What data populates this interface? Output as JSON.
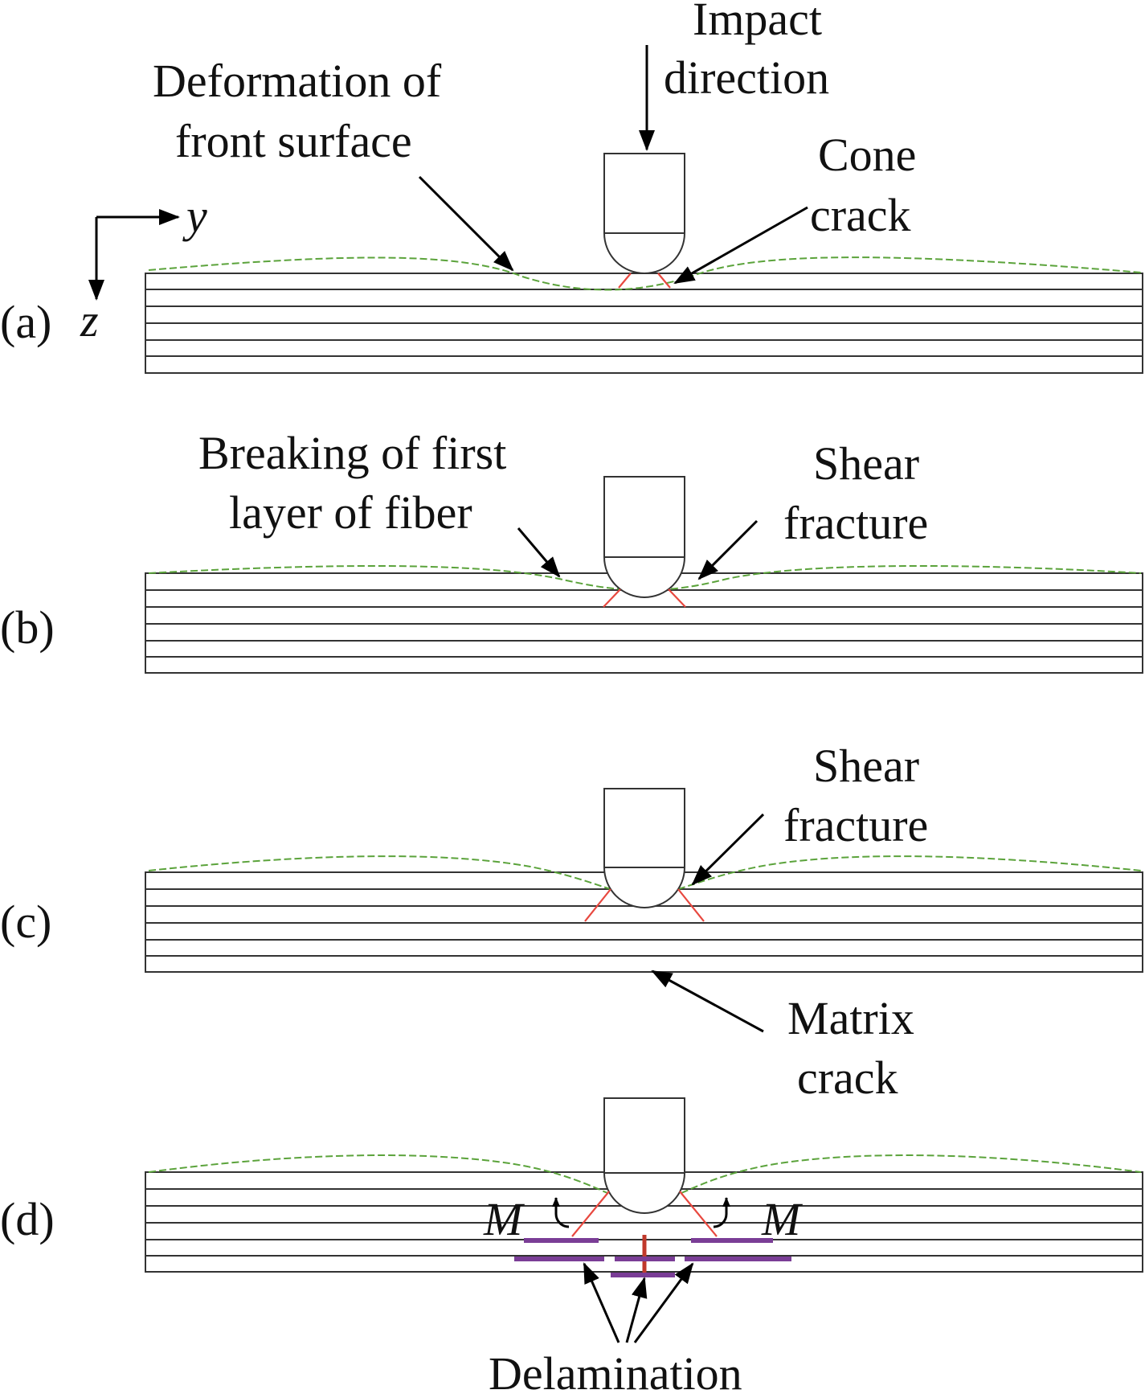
{
  "panels": [
    {
      "id": "a",
      "label": "(a)",
      "annotations": [
        {
          "key": "deformation",
          "lines": [
            "Deformation of",
            "front surface"
          ]
        },
        {
          "key": "impact",
          "lines": [
            "Impact",
            "direction"
          ]
        },
        {
          "key": "cone",
          "lines": [
            "Cone",
            "crack"
          ]
        }
      ]
    },
    {
      "id": "b",
      "label": "(b)",
      "annotations": [
        {
          "key": "breaking",
          "lines": [
            "Breaking of first",
            "layer of fiber"
          ]
        },
        {
          "key": "shear",
          "lines": [
            "Shear",
            "fracture"
          ]
        }
      ]
    },
    {
      "id": "c",
      "label": "(c)",
      "annotations": [
        {
          "key": "shear",
          "lines": [
            "Shear",
            "fracture"
          ]
        },
        {
          "key": "matrix",
          "lines": [
            "Matrix",
            "crack"
          ]
        }
      ]
    },
    {
      "id": "d",
      "label": "(d)",
      "annotations": [
        {
          "key": "delamination",
          "lines": [
            "Delamination"
          ]
        },
        {
          "key": "moment_left",
          "lines": [
            "M"
          ]
        },
        {
          "key": "moment_right",
          "lines": [
            "M"
          ]
        }
      ]
    }
  ],
  "axes": {
    "horizontal": "y",
    "vertical": "z"
  },
  "colors": {
    "laminate": "#333333",
    "deformation": "#5ba33b",
    "crack": "#e8483f",
    "delamination": "#7a3d96",
    "arrow": "#000000"
  }
}
